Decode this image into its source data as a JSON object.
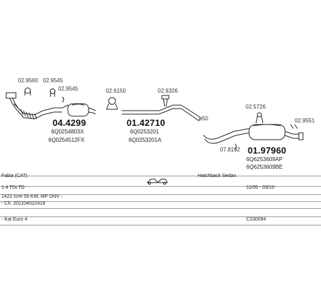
{
  "refs": {
    "r1": "02.9560",
    "r2": "02.9545",
    "r3": "02.9545",
    "r4": "02.6150",
    "r5": "02.9326",
    "r6": "02.5726",
    "r7": "02.9551",
    "r8": "07.8192",
    "d50": "ø50"
  },
  "parts": [
    {
      "number": "04.4299",
      "oem1": "6Q0254803X",
      "oem2": "6Q0254512FX"
    },
    {
      "number": "01.42710",
      "oem1": "6Q0253201",
      "oem2": "6Q0253201A"
    },
    {
      "number": "01.97960",
      "oem1": "6Q6253609AP",
      "oem2": "6Q6253609BE"
    }
  ],
  "info": {
    "model": "Fabia  (CAT)",
    "body": "Hatchback Sedan",
    "engine": "1.4 TDi TD",
    "years": "11/05 - 03/10",
    "spec": "1422 ccm 59 KW, MP DNV -",
    "chassis": "- Ch. 201104022418",
    "emission": "- Kat Euro 4",
    "code": "C330094"
  }
}
